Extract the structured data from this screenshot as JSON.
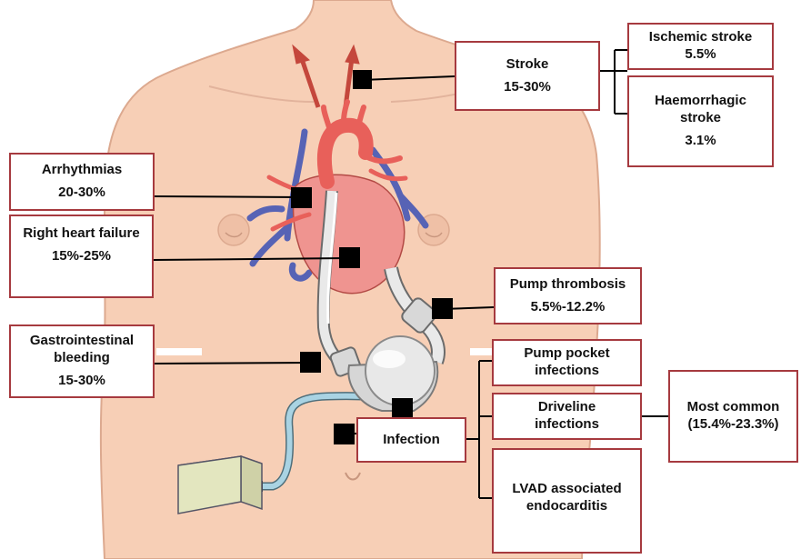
{
  "colors": {
    "skin": "#f7cfb6",
    "skin_outline": "#dca98f",
    "box_border": "#a63a3f",
    "artery": "#e8605a",
    "vein": "#5763b5",
    "heart": "#ef9490",
    "marker": "#000000",
    "arrow": "#c4473c",
    "controller": "#e3e6bf",
    "driveline": "#a9d3e3"
  },
  "labels": {
    "stroke": {
      "title": "Stroke",
      "value": "15-30%"
    },
    "ischemic": {
      "title": "Ischemic stroke",
      "value": "5.5%"
    },
    "haemorrhagic": {
      "line1": "Haemorrhagic",
      "line2": "stroke",
      "value": "3.1%"
    },
    "arrhythmias": {
      "title": "Arrhythmias",
      "value": "20-30%"
    },
    "right_heart": {
      "title": "Right heart failure",
      "value": "15%-25%"
    },
    "gi": {
      "line1": "Gastrointestinal",
      "line2": "bleeding",
      "value": "15-30%"
    },
    "pump_thrombosis": {
      "title": "Pump thrombosis",
      "value": "5.5%-12.2%"
    },
    "infection": {
      "title": "Infection"
    },
    "pump_pocket": {
      "line1": "Pump pocket",
      "line2": "infections"
    },
    "driveline": {
      "line1": "Driveline",
      "line2": "infections"
    },
    "endocarditis": {
      "line1": "LVAD associated",
      "line2": "endocarditis"
    },
    "most_common": {
      "title": "Most common",
      "value": "(15.4%-23.3%)"
    }
  }
}
